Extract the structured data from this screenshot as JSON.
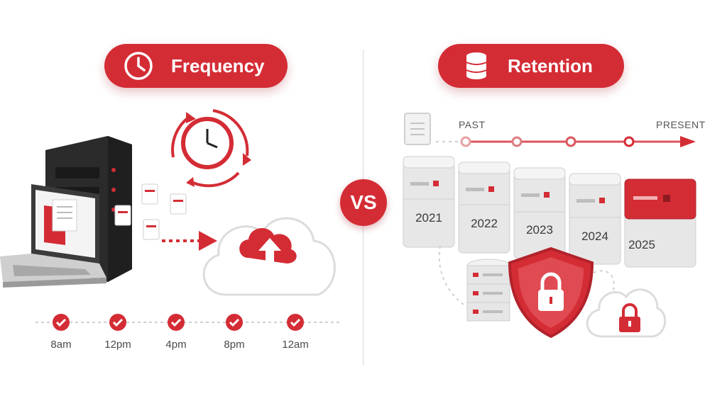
{
  "colors": {
    "accent": "#d42c35",
    "dark_server": "#2e2e2e",
    "gray_block": "#e6e6e6",
    "white": "#ffffff"
  },
  "frequency": {
    "title": "Frequency",
    "icon": "clock-icon",
    "schedule": [
      "8am",
      "12pm",
      "4pm",
      "8pm",
      "12am"
    ]
  },
  "retention": {
    "title": "Retention",
    "icon": "database-icon",
    "timeline": {
      "start_label": "PAST",
      "end_label": "PRESENT"
    },
    "years": [
      "2021",
      "2022",
      "2023",
      "2024",
      "2025"
    ]
  },
  "vs_label": "VS"
}
